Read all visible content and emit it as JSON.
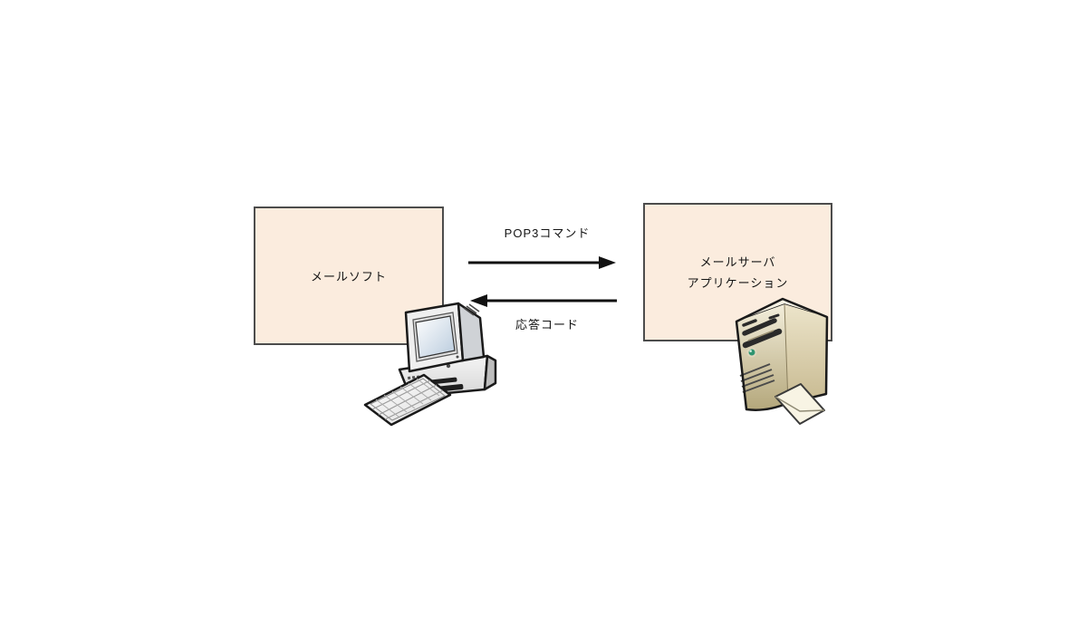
{
  "diagram": {
    "background_color": "#ffffff",
    "box_fill_color": "#fbecde",
    "box_border_color": "#4c4c4c",
    "arrow_color": "#111111",
    "text_color": "#141414",
    "client_box": {
      "label": "メールソフト"
    },
    "server_box": {
      "label": "メールサーバ\nアプリケーション"
    },
    "top_arrow": {
      "label": "POP3コマンド",
      "direction": "left-to-right"
    },
    "bottom_arrow": {
      "label": "応答コード",
      "direction": "right-to-left"
    },
    "icons": {
      "client": "desktop-computer-icon",
      "server": "server-tower-icon",
      "server_attachment": "envelope-icon"
    }
  }
}
